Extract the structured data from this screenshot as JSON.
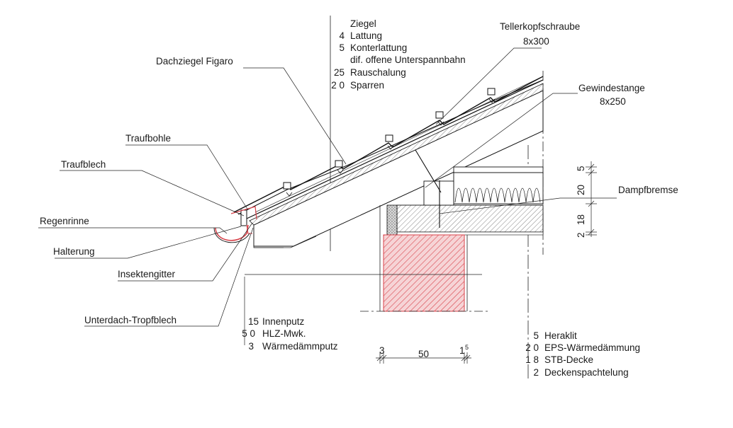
{
  "labels": {
    "dachziegel": "Dachziegel Figaro",
    "traufbohle": "Traufbohle",
    "traufblech": "Traufblech",
    "regenrinne": "Regenrinne",
    "halterung": "Halterung",
    "insektengitter": "Insektengitter",
    "tropfblech": "Unterdach-Tropfblech",
    "tellerkopf": "Tellerkopfschraube",
    "tellerkopf_size": "8x300",
    "gewindestange": "Gewindestange",
    "gewindestange_size": "8x250",
    "dampfbremse": "Dampfbremse"
  },
  "roof_layers": [
    {
      "thickness": "",
      "name": "Ziegel"
    },
    {
      "thickness": "4",
      "name": "Lattung"
    },
    {
      "thickness": "5",
      "name": "Konterlattung"
    },
    {
      "thickness": "",
      "name": "dif. offene Unterspannbahn"
    },
    {
      "thickness": "25",
      "name": "Rauschalung"
    },
    {
      "thickness": "2 0",
      "name": "Sparren"
    }
  ],
  "wall_layers": [
    {
      "thickness": "15",
      "name": "Innenputz"
    },
    {
      "thickness": "5 0",
      "name": "HLZ-Mwk."
    },
    {
      "thickness": "3",
      "name": "Wärmedämmputz"
    }
  ],
  "ceiling_layers": [
    {
      "thickness": "5",
      "name": "Heraklit"
    },
    {
      "thickness": "2 0",
      "name": "EPS-Wärmedämmung"
    },
    {
      "thickness": "1 8",
      "name": "STB-Decke"
    },
    {
      "thickness": "2",
      "name": "Deckenspachtelung"
    }
  ],
  "vertical_dims": [
    "5",
    "20",
    "18",
    "2"
  ],
  "horizontal_dims": {
    "left": "3",
    "mid": "50",
    "right": "1",
    "right_sup": "5"
  },
  "colors": {
    "masonry": "#d8434b",
    "line": "#222222"
  }
}
